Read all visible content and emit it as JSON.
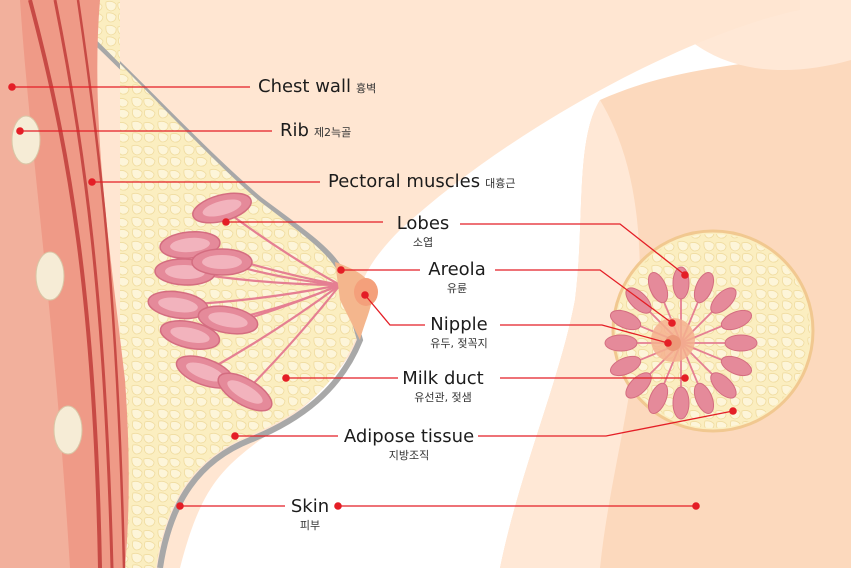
{
  "labels": {
    "chest_wall": {
      "en": "Chest wall",
      "ko": "흉벽"
    },
    "rib": {
      "en": "Rib",
      "ko": "제2늑골"
    },
    "pectoral": {
      "en": "Pectoral muscles",
      "ko": "대흉근"
    },
    "lobes": {
      "en": "Lobes",
      "ko": "소엽"
    },
    "areola": {
      "en": "Areola",
      "ko": "유륜"
    },
    "nipple": {
      "en": "Nipple",
      "ko": "유두, 젖꼭지"
    },
    "milk_duct": {
      "en": "Milk duct",
      "ko": "유선관, 젖샘"
    },
    "adipose": {
      "en": "Adipose tissue",
      "ko": "지방조직"
    },
    "skin": {
      "en": "Skin",
      "ko": "피부"
    }
  },
  "colors": {
    "leader": "#e41e26",
    "skin": "#fcd9bd",
    "skin_light": "#ffe6d2",
    "fat": "#fbeec0",
    "muscle": "#ef9a87",
    "lobe": "#e58a9a",
    "outline": "#a8a8a8"
  }
}
